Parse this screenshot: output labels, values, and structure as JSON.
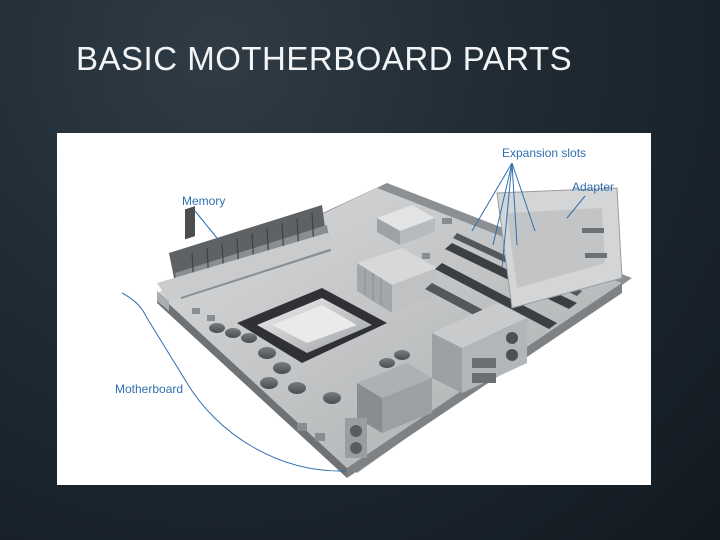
{
  "slide": {
    "title": "BASIC MOTHERBOARD PARTS"
  },
  "diagram": {
    "labels": {
      "expansion_slots": "Expansion slots",
      "adapter": "Adapter",
      "memory": "Memory",
      "motherboard": "Motherboard"
    },
    "colors": {
      "callout": "#2f6fb0",
      "board": "#bfc1c3",
      "board_dark": "#6e7174",
      "background": "#1f2a33"
    }
  }
}
